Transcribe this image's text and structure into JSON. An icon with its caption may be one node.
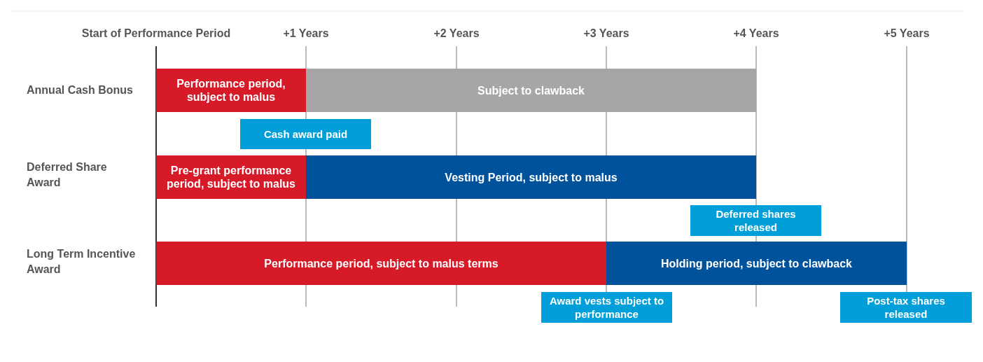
{
  "diagram": {
    "nodes": [
      {
        "text": [
          "Performance period, subject to malus"
        ]
      },
      {
        "text": [
          "Subject to clawback"
        ]
      },
      {
        "text": [
          "Cash award paid"
        ]
      },
      {
        "text": [
          "Pre-grant performance period, subject to malus"
        ]
      },
      {
        "text": [
          "Vesting Period, subject to malus"
        ]
      },
      {
        "text": [
          "Deferred shares released"
        ]
      },
      {
        "text": [
          "Performance period, subject to malus terms"
        ]
      },
      {
        "text": [
          "Holding period, subject to clawback"
        ]
      },
      {
        "text": [
          "Award vests subject to performance"
        ]
      },
      {
        "text": [
          "Post-tax shares released"
        ]
      }
    ],
    "labels": [
      "Start of Performance Period",
      "+1 Years",
      "+2 Years",
      "+3 Years",
      "+4 Years",
      "+5 Years",
      "Annual Cash Bonus",
      "Deferred Share Award",
      "Long Term Incentive Award"
    ]
  }
}
